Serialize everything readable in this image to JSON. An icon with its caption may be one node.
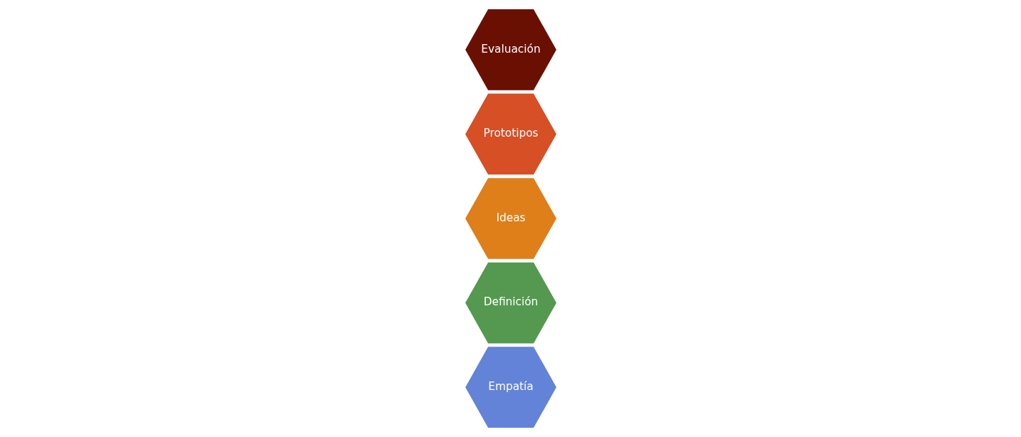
{
  "diagram": {
    "nodes": [
      {
        "text": [
          "Empatía"
        ]
      },
      {
        "text": [
          "Definición"
        ]
      },
      {
        "text": [
          "Ideas"
        ]
      },
      {
        "text": [
          "Prototipos"
        ]
      },
      {
        "text": [
          "Evaluación"
        ]
      }
    ]
  }
}
